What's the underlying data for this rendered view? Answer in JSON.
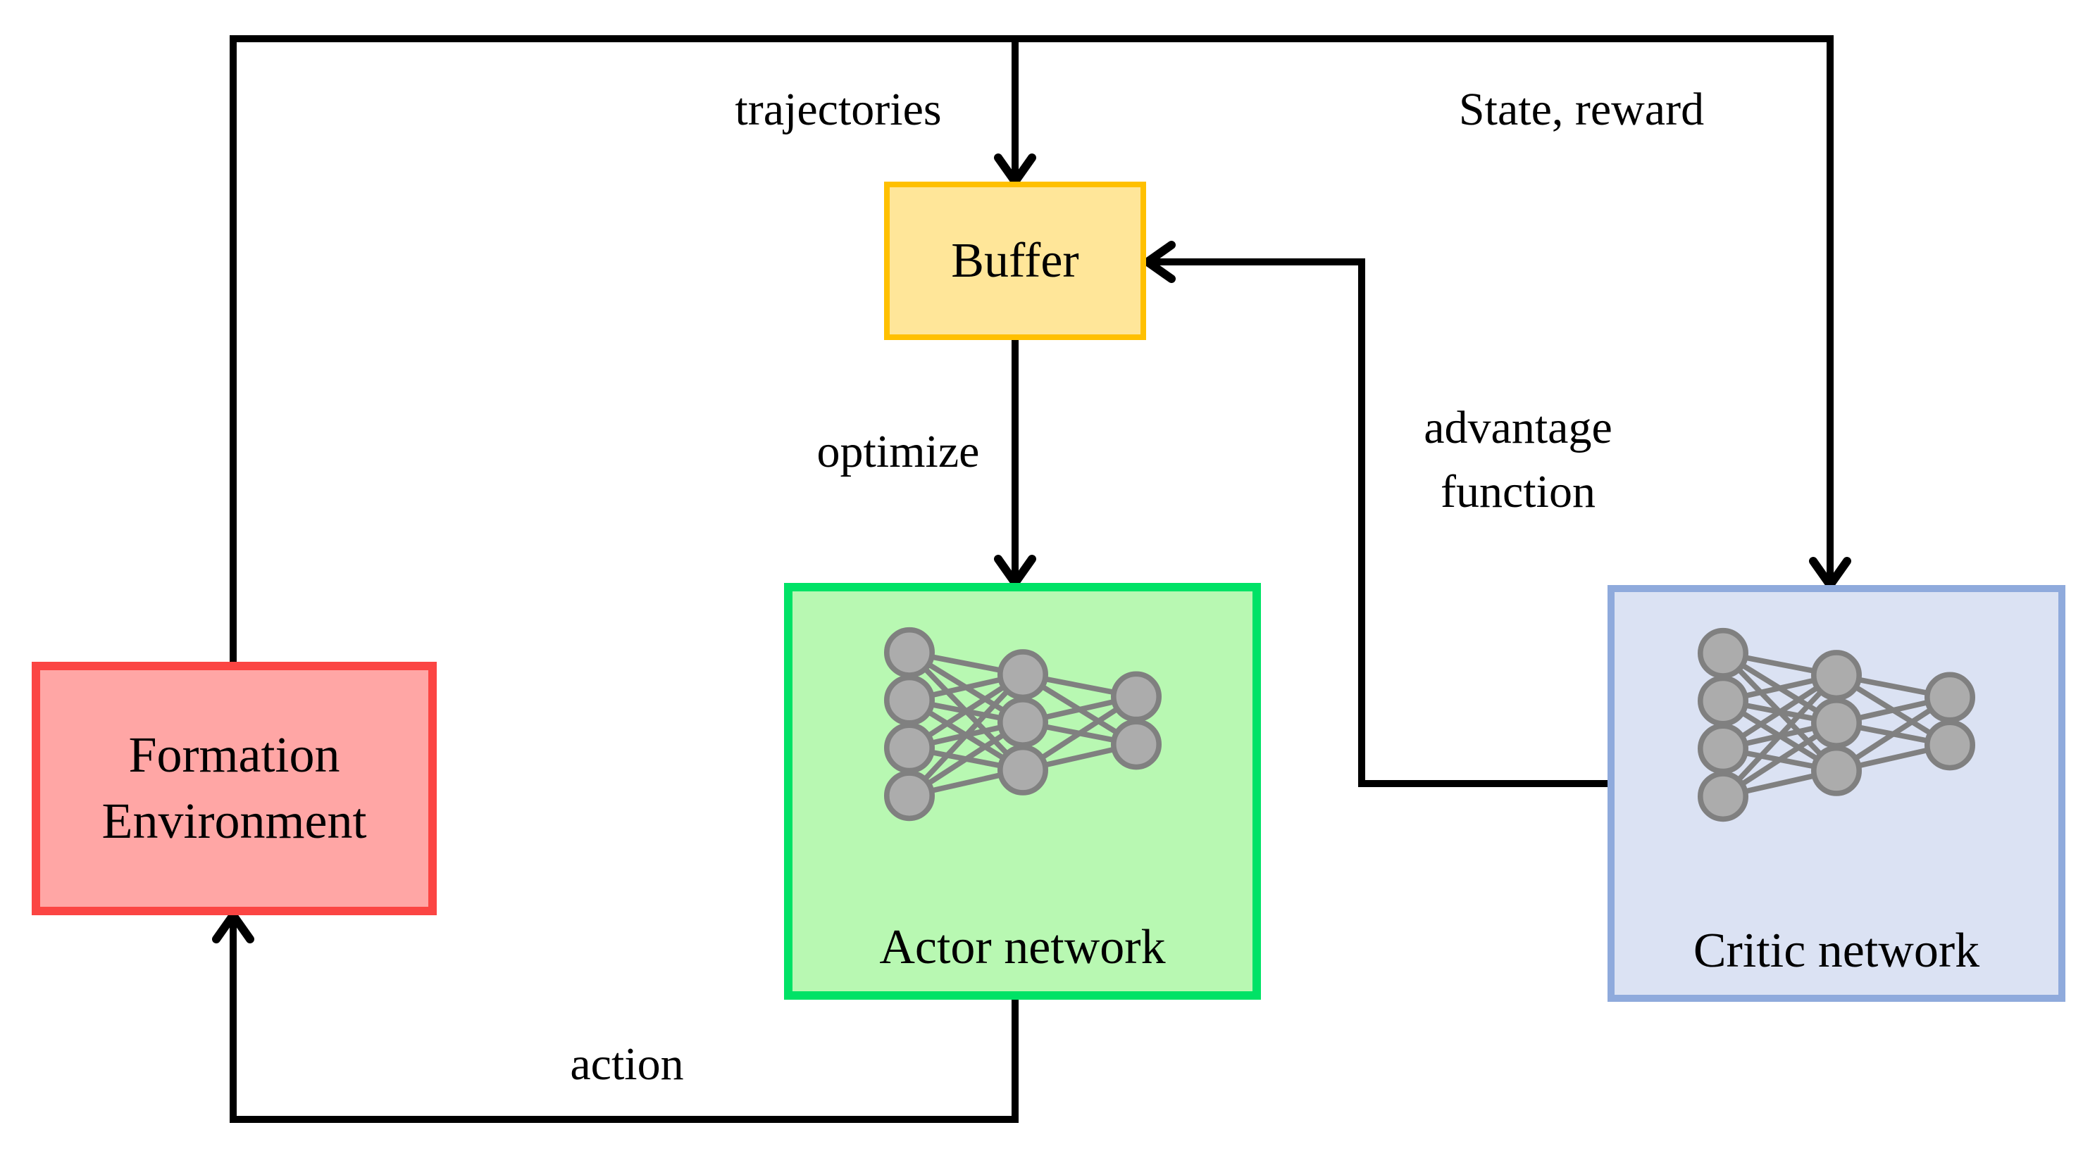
{
  "diagram": {
    "boxes": {
      "environment": {
        "line1": "Formation",
        "line2": "Environment",
        "border": "#FB4543",
        "fill": "#FFA6A5"
      },
      "buffer": {
        "label": "Buffer",
        "border": "#FFC000",
        "fill": "#FFE699"
      },
      "actor": {
        "label": "Actor network",
        "border": "#00E266",
        "fill": "#B8F8B2"
      },
      "critic": {
        "label": "Critic network",
        "border": "#8FAADC",
        "fill": "#DBE2F3"
      }
    },
    "edges": {
      "trajectories": "trajectories",
      "state_reward": "State, reward",
      "optimize": "optimize",
      "advantage_line1": "advantage",
      "advantage_line2": "function",
      "action": "action"
    },
    "colors": {
      "line": "#000000",
      "node_fill": "#ACACAC",
      "node_stroke": "#808080"
    }
  }
}
